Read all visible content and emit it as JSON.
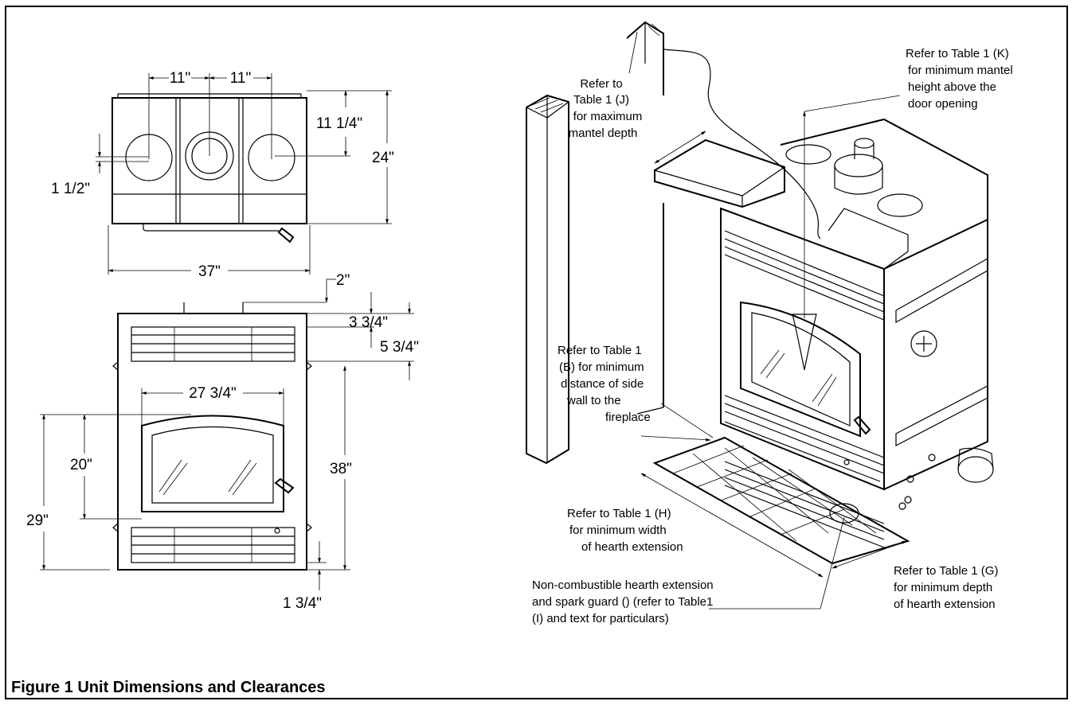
{
  "top_view": {
    "dim_11_left": "11\"",
    "dim_11_right": "11\"",
    "dim_11_1_4": "11 1/4\"",
    "dim_24": "24\"",
    "dim_1_1_2": "1 1/2\"",
    "dim_37": "37\""
  },
  "front_view": {
    "dim_2": "2\"",
    "dim_3_3_4": "3 3/4\"",
    "dim_5_3_4": "5 3/4\"",
    "dim_27_3_4": "27 3/4\"",
    "dim_20": "20\"",
    "dim_29": "29\"",
    "dim_38": "38\"",
    "dim_1_3_4": "1 3/4\""
  },
  "callouts": {
    "mantel_depth": [
      "Refer to",
      "Table 1 (J)",
      "for maximum",
      "mantel depth"
    ],
    "mantel_height": [
      "Refer to Table 1 (K)",
      "for minimum mantel",
      "height above the",
      "door opening"
    ],
    "side_wall": [
      "Refer to Table 1",
      "(B) for minimum",
      "distance of side",
      "wall to the",
      "fireplace"
    ],
    "hearth_width": [
      "Refer to Table 1 (H)",
      "for minimum width",
      "of hearth extension"
    ],
    "hearth_depth": [
      "Refer to Table 1 (G)",
      "for minimum depth",
      "of hearth extension"
    ],
    "spark_guard": [
      "Non-combustible hearth extension",
      "and spark guard () (refer to Table1",
      "(I) and text for particulars)"
    ]
  },
  "caption": "Figure 1 Unit Dimensions and Clearances"
}
